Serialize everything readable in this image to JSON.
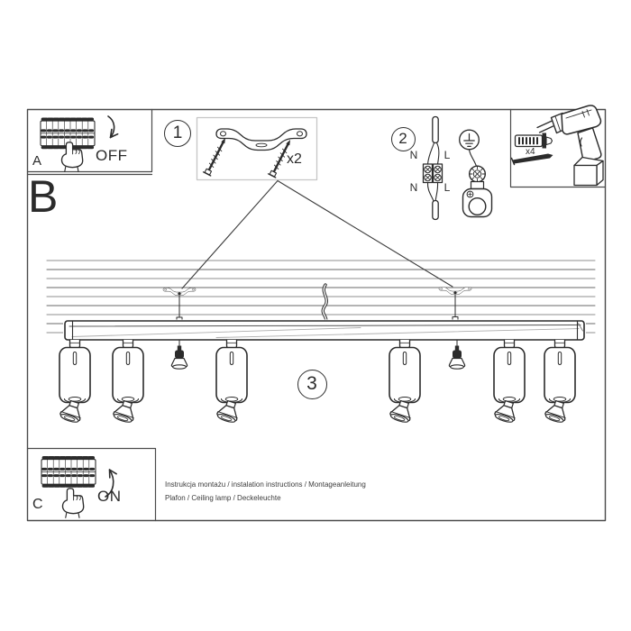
{
  "panels": {
    "a": {
      "label": "A",
      "action": "OFF"
    },
    "b": {
      "label": "B"
    },
    "c": {
      "label": "C",
      "action": "ON"
    }
  },
  "steps": {
    "one": {
      "number": "1",
      "qty": "x2"
    },
    "two": {
      "number": "2",
      "wire_top_left": "N",
      "wire_top_right": "L",
      "wire_bottom_left": "N",
      "wire_bottom_right": "L"
    },
    "three": {
      "number": "3"
    }
  },
  "hardware": {
    "anchor_qty": "x4"
  },
  "footer": {
    "line1": "Instrukcja montażu / instalation instructions / Montageanleitung",
    "line2": "Plafon / Ceiling lamp / Deckeleuchte"
  },
  "colors": {
    "line": "#2b2b2b",
    "hatch_light": "#8f8f8f",
    "hatch_dark": "#6a6a6a",
    "step_box_border": "#c6c6c6",
    "footer_text": "#3c3c3c"
  }
}
